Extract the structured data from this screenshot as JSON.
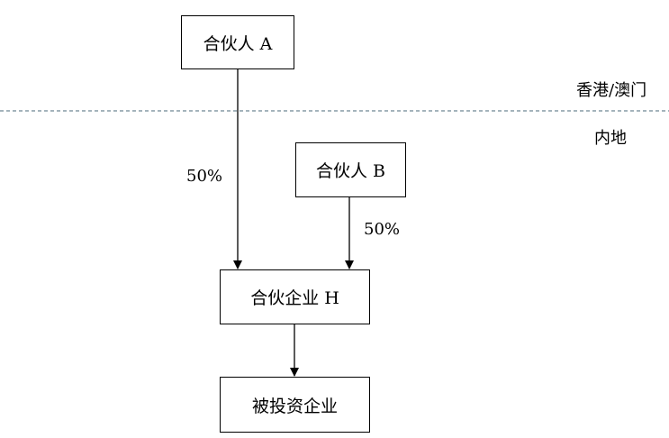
{
  "diagram": {
    "nodes": {
      "partner_a": "合伙人 A",
      "partner_b": "合伙人 B",
      "partnership_h": "合伙企业 H",
      "invested_company": "被投资企业"
    },
    "edges": {
      "a_to_h_share": "50%",
      "b_to_h_share": "50%"
    },
    "regions": {
      "upper": "香港/澳门",
      "lower": "内地"
    }
  }
}
